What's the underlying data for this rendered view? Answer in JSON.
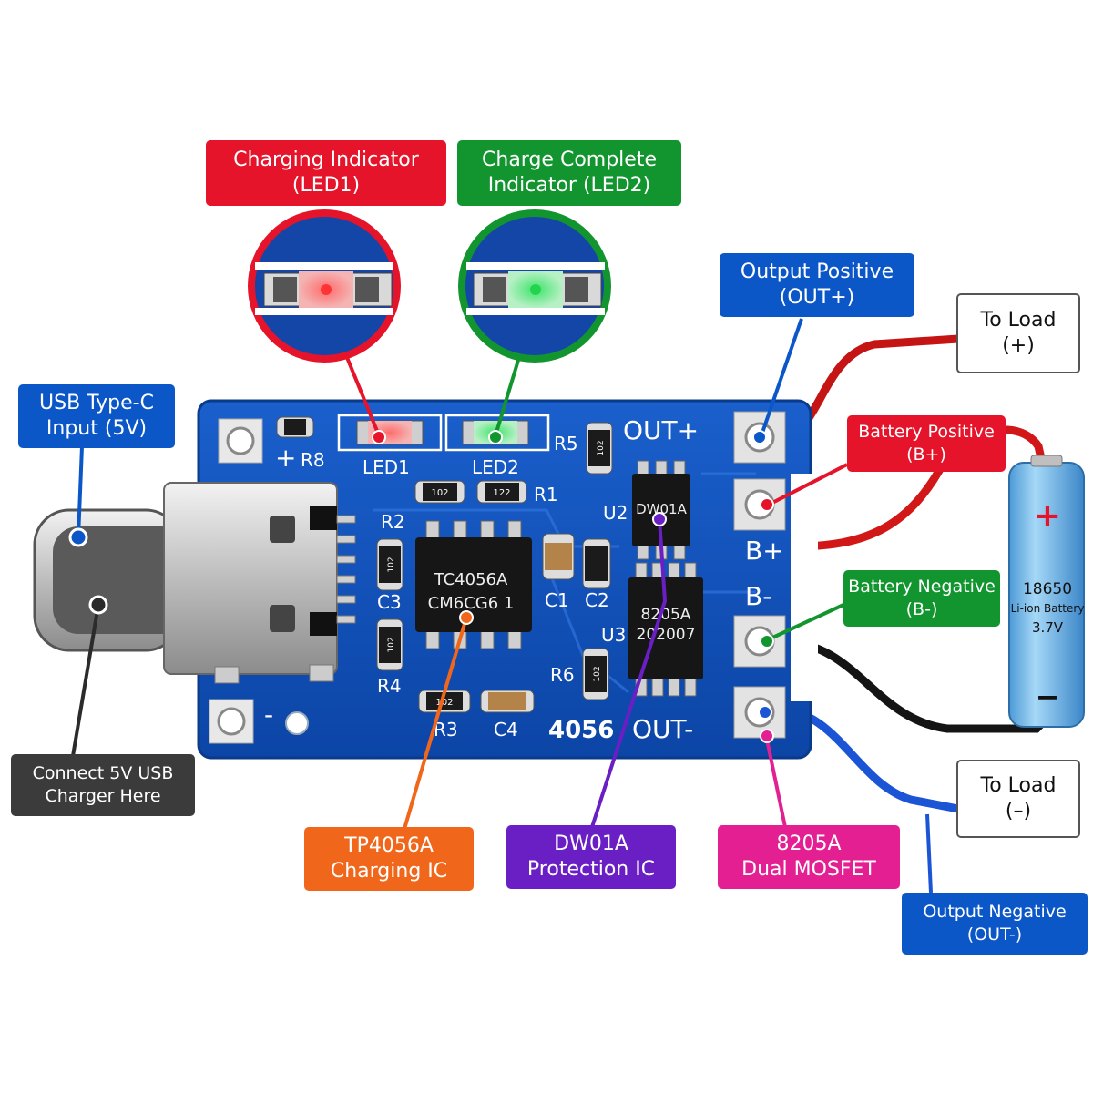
{
  "board": {
    "silkscreen": {
      "plus": "+",
      "minus": "-",
      "r8": "R8",
      "led1": "LED1",
      "led2": "LED2",
      "r5": "R5",
      "r1": "R1",
      "r2": "R2",
      "c3": "C3",
      "r4": "R4",
      "r3": "R3",
      "c4": "C4",
      "c1": "C1",
      "c2": "C2",
      "u2": "U2",
      "u3": "U3",
      "r6": "R6",
      "model": "4056",
      "out_plus": "OUT+",
      "out_minus": "OUT-",
      "b_plus": "B+",
      "b_minus": "B-"
    },
    "chips": {
      "tp4056_line1": "TC4056A",
      "tp4056_line2": "CM6CG6 1",
      "dw01a": "DW01A",
      "mosfet_line1": "8205A",
      "mosfet_line2": "202007"
    },
    "resistor_codes": {
      "r1": "122",
      "r2": "102",
      "r4": "102",
      "r5": "102",
      "r6": "102",
      "r3": "102"
    }
  },
  "battery": {
    "plus": "+",
    "minus": "−",
    "type": "18650",
    "chemistry": "Li-ion Battery",
    "voltage": "3.7V"
  },
  "callouts": {
    "charging_indicator": {
      "line1": "Charging Indicator",
      "line2": "(LED1)"
    },
    "charge_complete": {
      "line1": "Charge Complete",
      "line2": "Indicator (LED2)"
    },
    "usb_input": {
      "line1": "USB Type-C",
      "line2": "Input (5V)"
    },
    "output_positive": {
      "line1": "Output Positive",
      "line2": "(OUT+)"
    },
    "to_load_plus": {
      "line1": "To Load",
      "line2": "(+)"
    },
    "battery_positive": {
      "line1": "Battery Positive",
      "line2": "(B+)"
    },
    "battery_negative": {
      "line1": "Battery Negative",
      "line2": "(B-)"
    },
    "to_load_minus": {
      "line1": "To Load",
      "line2": "(–)"
    },
    "connect_usb": {
      "line1": "Connect 5V USB",
      "line2": "Charger Here"
    },
    "tp4056a": {
      "line1": "TP4056A",
      "line2": "Charging IC"
    },
    "dw01a": {
      "line1": "DW01A",
      "line2": "Protection IC"
    },
    "mosfet": {
      "line1": "8205A",
      "line2": "Dual MOSFET"
    },
    "output_negative": {
      "line1": "Output Negative",
      "line2": "(OUT-)"
    }
  },
  "colors": {
    "pcb": "#0f4fb8",
    "red_label": "#e5142a",
    "green_label": "#12952f",
    "blue_label": "#0c57c8",
    "orange_label": "#f0671b",
    "purple_label": "#6a1fc4",
    "magenta_label": "#e31f92",
    "dark_label": "#3b3b3b",
    "battery": "#7ec3ef"
  }
}
